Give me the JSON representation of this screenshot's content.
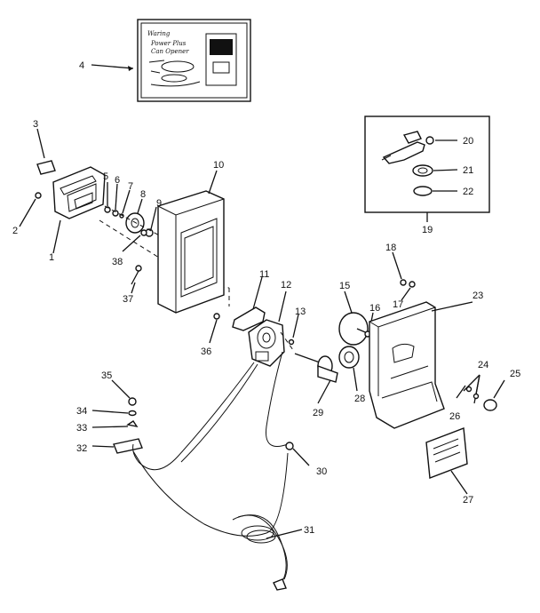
{
  "manual": {
    "brand": "Waring",
    "title_line1": "Power Plus",
    "title_line2": "Can Opener"
  },
  "callouts": [
    "1",
    "2",
    "3",
    "4",
    "5",
    "6",
    "7",
    "8",
    "9",
    "10",
    "11",
    "12",
    "13",
    "15",
    "16",
    "17",
    "18",
    "19",
    "20",
    "21",
    "22",
    "23",
    "24",
    "25",
    "26",
    "27",
    "28",
    "29",
    "30",
    "31",
    "32",
    "33",
    "34",
    "35",
    "36",
    "37",
    "38"
  ]
}
